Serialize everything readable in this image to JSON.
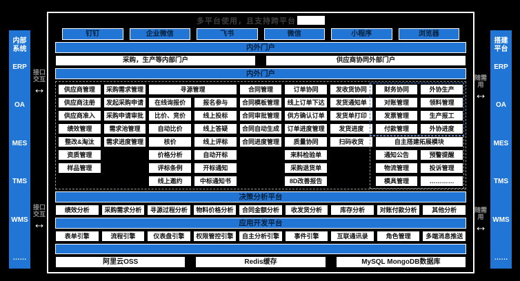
{
  "colors": {
    "accent_blue": "#2176d5",
    "background": "#000000",
    "cell_background": "#ffffff",
    "blue_dashed_outline": "#3d7fe0",
    "gray_dashed_outline": "#9a9a9a"
  },
  "title": {
    "text": "多平台使用，且支持跨平台"
  },
  "left_sidebar": {
    "title": "内部系统",
    "items": [
      "ERP",
      "OA",
      "MES",
      "TMS",
      "WMS",
      "……"
    ]
  },
  "right_sidebar": {
    "title": "搭建平台",
    "items": [
      "ERP",
      "OA",
      "MES",
      "TMS",
      "WMS",
      "……"
    ]
  },
  "connectors": {
    "left_label": "接口交互",
    "right_label": "随需用",
    "arrow": "↔"
  },
  "apps": [
    "钉钉",
    "企业微信",
    "飞书",
    "微信",
    "小程序",
    "浏览器"
  ],
  "portal_section": {
    "bar": "内外门户",
    "portals": [
      "采购，生产等内部门户",
      "供应商协同外部门户"
    ]
  },
  "platform_section": {
    "bar": "内外门户"
  },
  "module_grid": {
    "rows": [
      [
        "供应商管理",
        "采购需求管理",
        {
          "label": "寻源管理",
          "span": 2
        },
        "合同管理",
        "订单协同",
        "发收货协同",
        "财务协同",
        "外协生产"
      ],
      [
        "供应商注册",
        "发起采购申请",
        "在线询报价",
        "报名参与",
        "合同模板管理",
        "线上订单下达",
        "发货通知单",
        "对账管理",
        "领料管理"
      ],
      [
        "供应商准入",
        "采购申请审批",
        "比价、竞价",
        "线上投标",
        "合同审批管理",
        "供方确认订单",
        "发货单打印",
        "发票管理",
        "生产报工"
      ],
      [
        "绩效管理",
        "需求池管理",
        "自动比价",
        "线上答疑",
        "合同自动生成",
        "订单进度管理",
        "发货进度",
        "付款管理",
        "外协进度"
      ],
      [
        "整改&淘汰",
        "需求进度管理",
        "核价",
        "线上评标",
        "合同进度管理",
        "质量协同",
        "扫码收货",
        {
          "label": "自主搭建拓展模块",
          "span": 2
        }
      ],
      [
        "资质管理",
        "",
        "价格分析",
        "自动开标",
        "",
        "来料检验单",
        "",
        "通知公告",
        "预警提醒"
      ],
      [
        "样品管理",
        "",
        "评标条例",
        "开标通知",
        "",
        "采购退货单",
        "",
        "物流管理",
        "投诉管理"
      ],
      [
        "",
        "",
        "线上邀约",
        "中标通知书",
        "",
        "8D改善报告",
        "",
        "模具管理",
        "…………"
      ]
    ]
  },
  "decision_section": {
    "bar": "决策分析平台",
    "items": [
      "绩效分析",
      "采购需求分析",
      "寻源过程分析",
      "物料价格分析",
      "合同金额分析",
      "收发货分析",
      "库存分析",
      "对账付款分析",
      "其他分析"
    ]
  },
  "dev_section": {
    "bar": "应用开发平台",
    "items": [
      "表单引擎",
      "流程引擎",
      "仪表盘引擎",
      "权限管控引擎",
      "自主分析引擎",
      "事件引擎",
      "互联通讯录",
      "角色管理",
      "多端消息推送"
    ]
  },
  "infra_section": {
    "items": [
      "阿里云OSS",
      "Redis缓存",
      "MySQL MongoDB数据库"
    ]
  }
}
